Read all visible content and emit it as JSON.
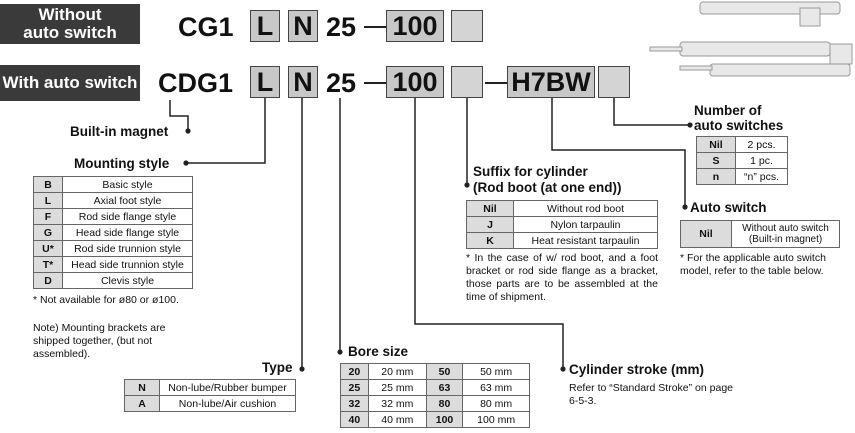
{
  "headers": {
    "without": "Without\nauto switch",
    "with": "With auto switch"
  },
  "row1": {
    "series": "CG1",
    "mount": "L",
    "lube": "N",
    "bore": "25",
    "stroke": "100"
  },
  "row2": {
    "series": "CDG1",
    "mount": "L",
    "lube": "N",
    "bore": "25",
    "stroke": "100",
    "switch": "H7BW"
  },
  "builtin_magnet": "Built-in magnet",
  "mounting": {
    "title": "Mounting style",
    "rows": [
      [
        "B",
        "Basic style"
      ],
      [
        "L",
        "Axial foot style"
      ],
      [
        "F",
        "Rod side flange style"
      ],
      [
        "G",
        "Head side flange style"
      ],
      [
        "U*",
        "Rod side trunnion style"
      ],
      [
        "T*",
        "Head side trunnion style"
      ],
      [
        "D",
        "Clevis style"
      ]
    ],
    "note1": "* Not available for ø80 or ø100.",
    "note2": "Note) Mounting brackets are shipped together, (but not assembled)."
  },
  "type": {
    "title": "Type",
    "rows": [
      [
        "N",
        "Non-lube/Rubber bumper"
      ],
      [
        "A",
        "Non-lube/Air cushion"
      ]
    ]
  },
  "bore": {
    "title": "Bore size",
    "rows": [
      [
        "20",
        "20 mm",
        "50",
        "50 mm"
      ],
      [
        "25",
        "25 mm",
        "63",
        "63 mm"
      ],
      [
        "32",
        "32 mm",
        "80",
        "80 mm"
      ],
      [
        "40",
        "40 mm",
        "100",
        "100 mm"
      ]
    ]
  },
  "stroke": {
    "title": "Cylinder stroke (mm)",
    "note": "Refer to “Standard Stroke” on page 6-5-3."
  },
  "suffix": {
    "title1": "Suffix for cylinder",
    "title2": "(Rod boot (at one end))",
    "rows": [
      [
        "Nil",
        "Without rod boot"
      ],
      [
        "J",
        "Nylon tarpaulin"
      ],
      [
        "K",
        "Heat resistant tarpaulin"
      ]
    ],
    "note": "* In the case of w/ rod boot, and a foot bracket or rod side flange as a bracket, those parts are to be assembled at the time of shipment."
  },
  "switches": {
    "title1": "Number of",
    "title2": "auto switches",
    "rows": [
      [
        "Nil",
        "2 pcs."
      ],
      [
        "S",
        "1 pc."
      ],
      [
        "n",
        "“n” pcs."
      ]
    ]
  },
  "auto_switch": {
    "title": "Auto switch",
    "nil": "Nil",
    "nil_desc": "Without auto switch (Built-in magnet)",
    "note": "* For the applicable auto switch model, refer to the table below."
  }
}
